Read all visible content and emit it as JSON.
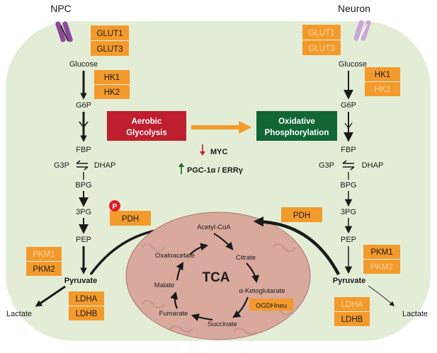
{
  "titles": {
    "left": "NPC",
    "right": "Neuron"
  },
  "left_enzymes": {
    "glut1": "GLUT1",
    "glut3": "GLUT3",
    "hk1": "HK1",
    "hk2": "HK2",
    "pdh": "PDH",
    "phospho": "P",
    "pkm1": "PKM1",
    "pkm2": "PKM2",
    "ldha": "LDHA",
    "ldhb": "LDHB"
  },
  "right_enzymes": {
    "glut1": "GLUT1",
    "glut3": "GLUT3",
    "hk1": "HK1",
    "hk2": "HK2",
    "pdh": "PDH",
    "pkm1": "PKM1",
    "pkm2": "PKM2",
    "ldha": "LDHA",
    "ldhb": "LDHB"
  },
  "metabolites": {
    "glucose": "Glucose",
    "g6p": "G6P",
    "fbp": "FBP",
    "g3p": "G3P",
    "dhap": "DHAP",
    "bpg": "BPG",
    "pg3": "3PG",
    "pep": "PEP",
    "pyruvate": "Pyruvate",
    "lactate": "Lactate"
  },
  "center": {
    "aerobic_line1": "Aerobic",
    "aerobic_line2": "Glycolysis",
    "oxphos_line1": "Oxidative",
    "oxphos_line2": "Phosphorylation",
    "myc": "MYC",
    "pgc": "PGC-1α / ERRγ"
  },
  "tca": {
    "title": "TCA",
    "acetyl_coa": "Acetyl-CoA",
    "citrate": "Citrate",
    "akg": "α-Ketoglutarate",
    "ogdh": "OGDHneu",
    "succinate": "Succinate",
    "fumarate": "Fumarate",
    "malate": "Malate",
    "oxaloacetate": "Oxaloacetate"
  },
  "colors": {
    "cell": "#e3edd6",
    "enzyme": "#f39a2c",
    "enzyme_text": "#1a1a1a",
    "enzyme_text_faded": "#f7d3a3",
    "aerobic": "#be1e2d",
    "oxphos": "#116634",
    "mito": "#d9a99d",
    "mito_inner": "#c79085",
    "down_arrow": "#be1e2d",
    "up_arrow": "#116634",
    "phospho": "#e31b23",
    "transporter_npc": "#8b4a9c",
    "transporter_neuron": "#c9a6d3"
  }
}
